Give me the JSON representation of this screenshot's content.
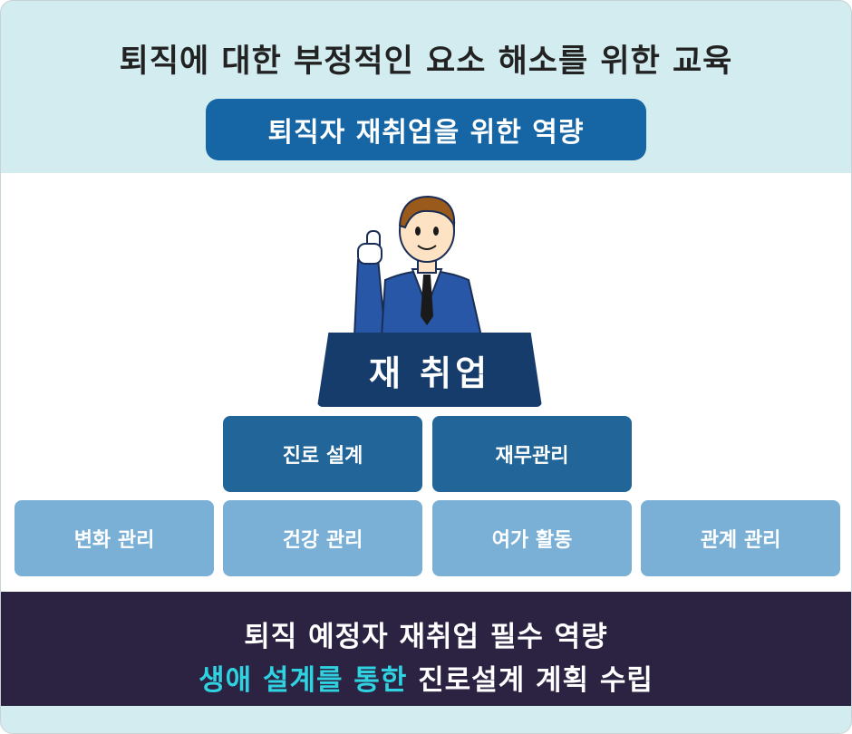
{
  "title": "퇴직에 대한 부정적인 요소 해소를 위한 교육",
  "subtitle": "퇴직자 재취업을 위한 역량",
  "podium_label": "재 취업",
  "middle_row": [
    "진로 설계",
    "재무관리"
  ],
  "bottom_row": [
    "변화 관리",
    "건강 관리",
    "여가 활동",
    "관계 관리"
  ],
  "footer": {
    "line1": "퇴직 예정자 재취업 필수 역량",
    "line2_highlight": "생애 설계를 통한",
    "line2_rest": " 진로설계 계획 수립"
  },
  "colors": {
    "background": "#d2ecf0",
    "pill": "#1666a5",
    "podium": "#163c6c",
    "middle_box": "#216599",
    "bottom_box": "#7ab0d5",
    "footer_band": "#2b2341",
    "highlight": "#2fd2e0"
  },
  "icons": [
    "businessman-pointing-up-icon"
  ]
}
